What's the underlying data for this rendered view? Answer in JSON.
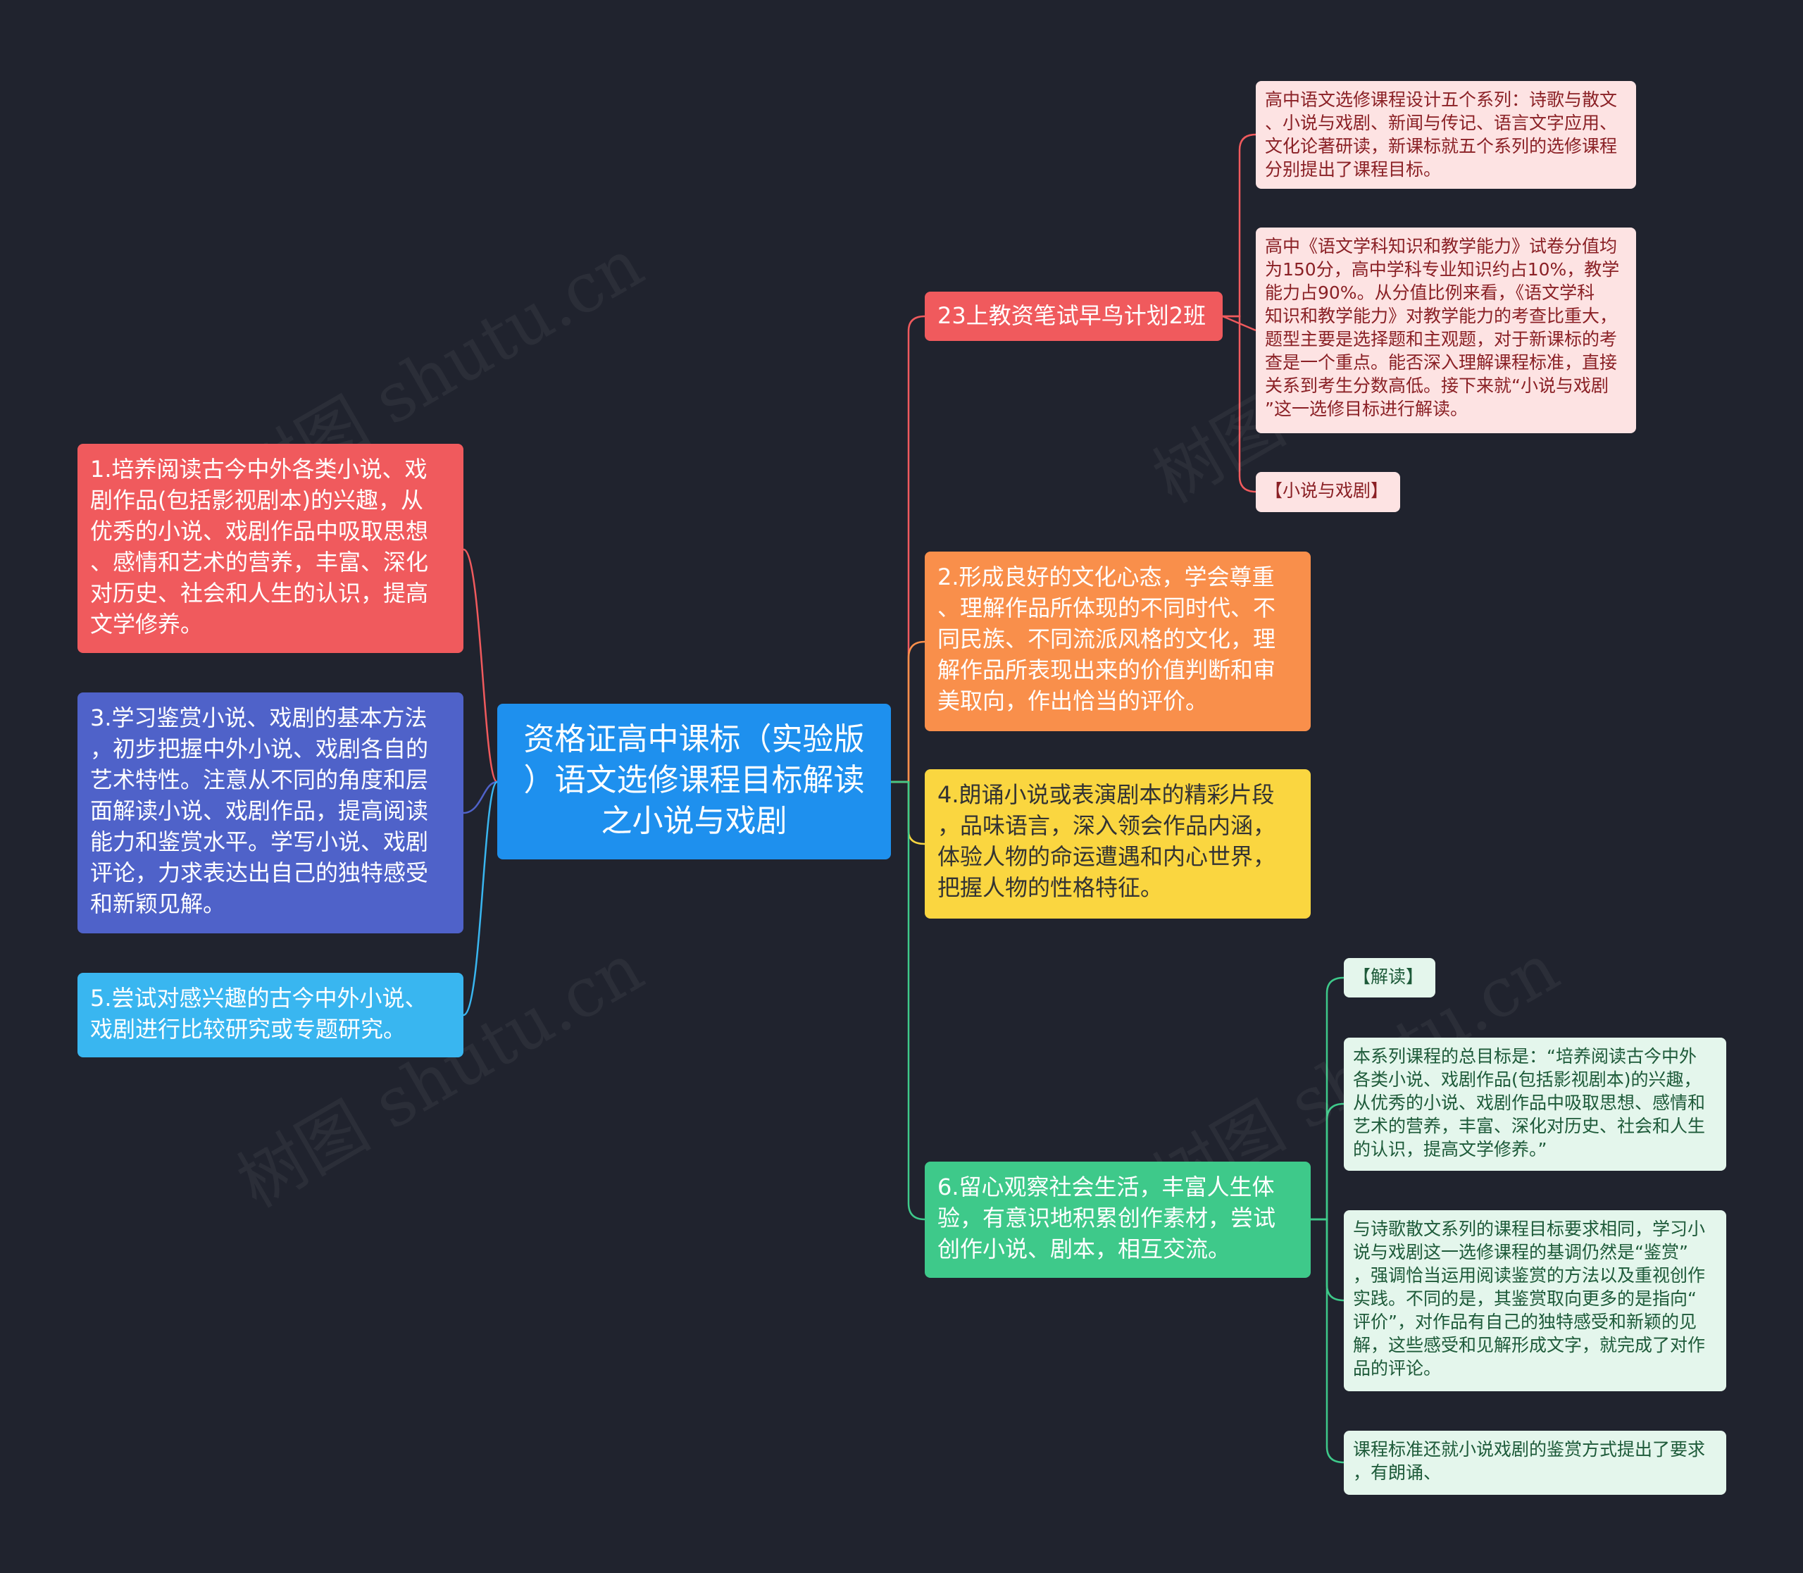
{
  "root": {
    "label": "资格证高中课标（实验版\n）语文选修课程目标解读\n之小说与戏剧"
  },
  "left": {
    "item1": "1.培养阅读古今中外各类小说、戏\n剧作品(包括影视剧本)的兴趣，从\n优秀的小说、戏剧作品中吸取思想\n、感情和艺术的营养，丰富、深化\n对历史、社会和人生的认识，提高\n文学修养。",
    "item3": "3.学习鉴赏小说、戏剧的基本方法\n，初步把握中外小说、戏剧各自的\n艺术特性。注意从不同的角度和层\n面解读小说、戏剧作品，提高阅读\n能力和鉴赏水平。学写小说、戏剧\n评论，力求表达出自己的独特感受\n和新颖见解。",
    "item5": "5.尝试对感兴趣的古今中外小说、\n戏剧进行比较研究或专题研究。"
  },
  "right": {
    "plan": "23上教资笔试早鸟计划2班",
    "item2": "2.形成良好的文化心态，学会尊重\n、理解作品所体现的不同时代、不\n同民族、不同流派风格的文化，理\n解作品所表现出来的价值判断和审\n美取向，作出恰当的评价。",
    "item4": "4.朗诵小说或表演剧本的精彩片段\n，品味语言，深入领会作品内涵，\n体验人物的命运遭遇和内心世界，\n把握人物的性格特征。",
    "item6": "6.留心观察社会生活，丰富人生体\n验，有意识地积累创作素材，尝试\n创作小说、剧本，相互交流。"
  },
  "plan_children": {
    "note1": "高中语文选修课程设计五个系列：诗歌与散文\n、小说与戏剧、新闻与传记、语言文字应用、\n文化论著研读，新课标就五个系列的选修课程\n分别提出了课程目标。",
    "note2": "高中《语文学科知识和教学能力》试卷分值均\n为150分，高中学科专业知识约占10%，教学\n能力占90%。从分值比例来看，《语文学科\n知识和教学能力》对教学能力的考查比重大，\n题型主要是选择题和主观题，对于新课标的考\n查是一个重点。能否深入理解课程标准，直接\n关系到考生分数高低。接下来就“小说与戏剧\n”这一选修目标进行解读。",
    "note3": "【小说与戏剧】"
  },
  "item6_children": {
    "note1": "【解读】",
    "note2": "本系列课程的总目标是：“培养阅读古今中外\n各类小说、戏剧作品(包括影视剧本)的兴趣，\n从优秀的小说、戏剧作品中吸取思想、感情和\n艺术的营养，丰富、深化对历史、社会和人生\n的认识，提高文学修养。”",
    "note3": "与诗歌散文系列的课程目标要求相同，学习小\n说与戏剧这一选修课程的基调仍然是“鉴赏”\n，强调恰当运用阅读鉴赏的方法以及重视创作\n实践。不同的是，其鉴赏取向更多的是指向“\n评价”，对作品有自己的独特感受和新颖的见\n解，这些感受和见解形成文字，就完成了对作\n品的评论。",
    "note4": "课程标准还就小说戏剧的鉴赏方式提出了要求\n，有朗诵、"
  },
  "watermark": {
    "text": "树图 shutu.cn"
  },
  "colors": {
    "background": "#20232e",
    "root": "#1e90ee",
    "red": "#f05a5d",
    "indigo": "#4f62c9",
    "sky": "#39b6f0",
    "orange": "#f98f4b",
    "yellow": "#fad640",
    "green": "#3ec98a",
    "pink_note": "#fde3e3",
    "green_note": "#e4f6ec"
  }
}
